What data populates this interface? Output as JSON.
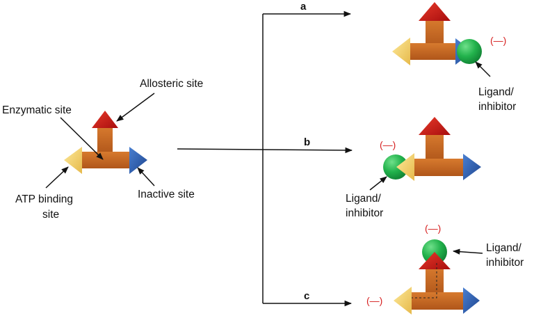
{
  "labels": {
    "allosteric_site": "Allosteric site",
    "enzymatic_site": "Enzymatic site",
    "atp_binding_line1": "ATP binding",
    "atp_binding_line2": "site",
    "inactive_site": "Inactive site"
  },
  "paths": [
    {
      "label": "a",
      "sign": "(—)",
      "ligand_line1": "Ligand/",
      "ligand_line2": "inhibitor"
    },
    {
      "label": "b",
      "sign": "(—)",
      "ligand_line1": "Ligand/",
      "ligand_line2": "inhibitor"
    },
    {
      "label": "c",
      "sign_top": "(—)",
      "sign_left": "(—)",
      "ligand_line1": "Ligand/",
      "ligand_line2": "inhibitor"
    }
  ],
  "colors": {
    "body": "#c8661e",
    "body_dark": "#a65416",
    "allosteric": "#cc1010",
    "atp": "#f2d26a",
    "inactive": "#2e5fb0",
    "ligand": "#1fae4a",
    "sign": "#d62020"
  }
}
